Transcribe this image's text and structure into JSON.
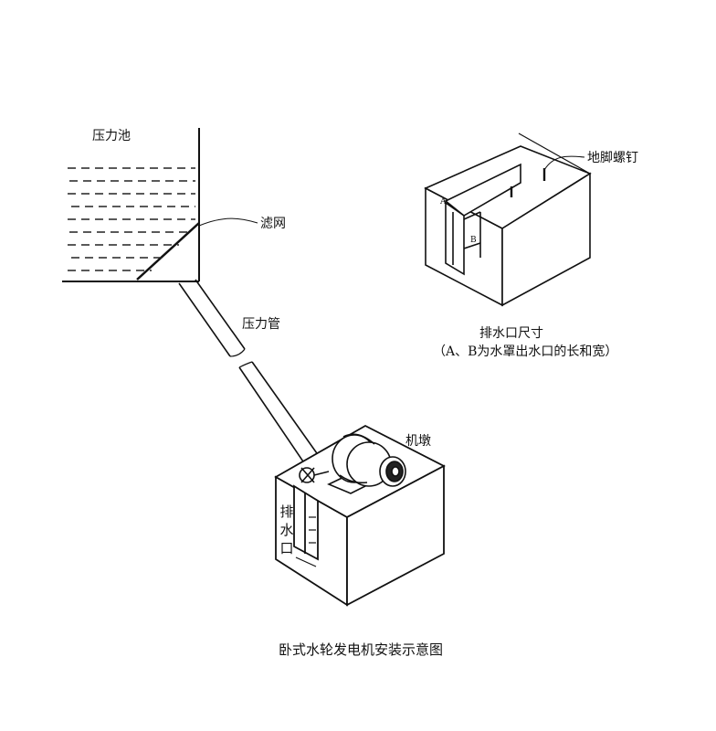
{
  "labels": {
    "pressure_pool": "压力池",
    "filter_screen": "滤网",
    "penstock": "压力管",
    "machine_pier": "机墩",
    "anchor_bolt": "地脚螺钉",
    "outlet_size": "排水口尺寸",
    "outlet_note": "（A、B为水罩出水口的长和宽）",
    "caption": "卧式水轮发电机安装示意图",
    "tailrace_chars": [
      "排",
      "水",
      "口"
    ],
    "mark_a": "A",
    "mark_b": "B"
  }
}
